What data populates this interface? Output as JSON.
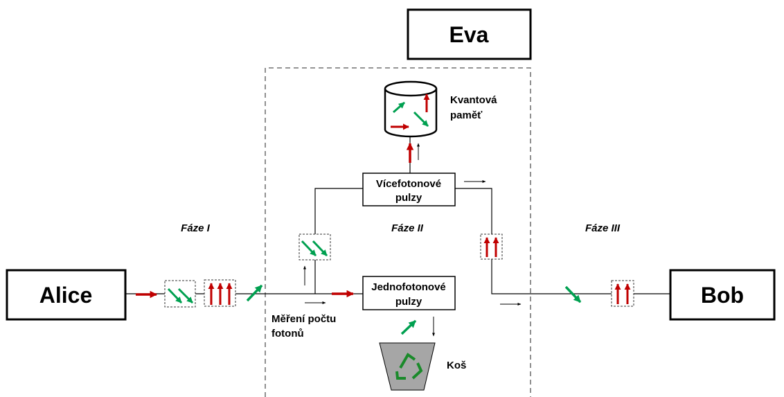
{
  "nodes": {
    "alice": "Alice",
    "bob": "Bob",
    "eva": "Eva",
    "multi_photon": [
      "Vícefotonové",
      "pulzy"
    ],
    "single_photon": [
      "Jednofotonové",
      "pulzy"
    ]
  },
  "labels": {
    "phase1": "Fáze I",
    "phase2": "Fáze II",
    "phase3": "Fáze III",
    "quantum_memory": [
      "Kvantová",
      "paměť"
    ],
    "photon_count": [
      "Měření počtu",
      "fotonů"
    ],
    "bin": "Koš"
  },
  "colors": {
    "red": "#c00000",
    "green": "#00a050",
    "bin_fill": "#a6a6a6",
    "recycle": "#1a8a2a"
  }
}
